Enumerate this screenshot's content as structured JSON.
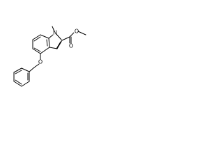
{
  "molecule": {
    "atoms": {
      "ring_nitrogen": "N",
      "ester_carbonyl_oxygen": "O",
      "ester_alkoxy_oxygen": "O",
      "ether_oxygen": "O"
    }
  }
}
